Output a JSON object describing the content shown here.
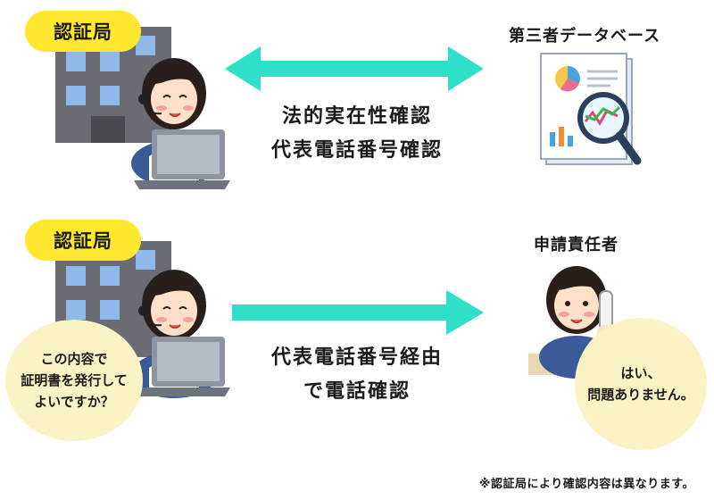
{
  "top_row": {
    "authority_badge": "認証局",
    "target_label": "第三者データベース",
    "check_lines": [
      "法的実在性確認",
      "代表電話番号確認"
    ]
  },
  "bottom_row": {
    "authority_badge": "認証局",
    "target_label": "申請責任者",
    "check_lines": [
      "代表電話番号経由",
      "で電話確認"
    ],
    "operator_bubble": [
      "この内容で",
      "証明書を発行して",
      "よいですか？"
    ],
    "applicant_bubble": [
      "はい、",
      "問題ありません。"
    ]
  },
  "footnote": "※認証局により確認内容は異なります。",
  "colors": {
    "badge": "#ffe82e",
    "arrow": "#2ee0c8",
    "bubble": "#fbf3c4",
    "building": "#6b6b73"
  },
  "icons": [
    "office-building-icon",
    "operator-woman-icon",
    "laptop-icon",
    "report-magnifier-icon",
    "phone-woman-icon"
  ]
}
